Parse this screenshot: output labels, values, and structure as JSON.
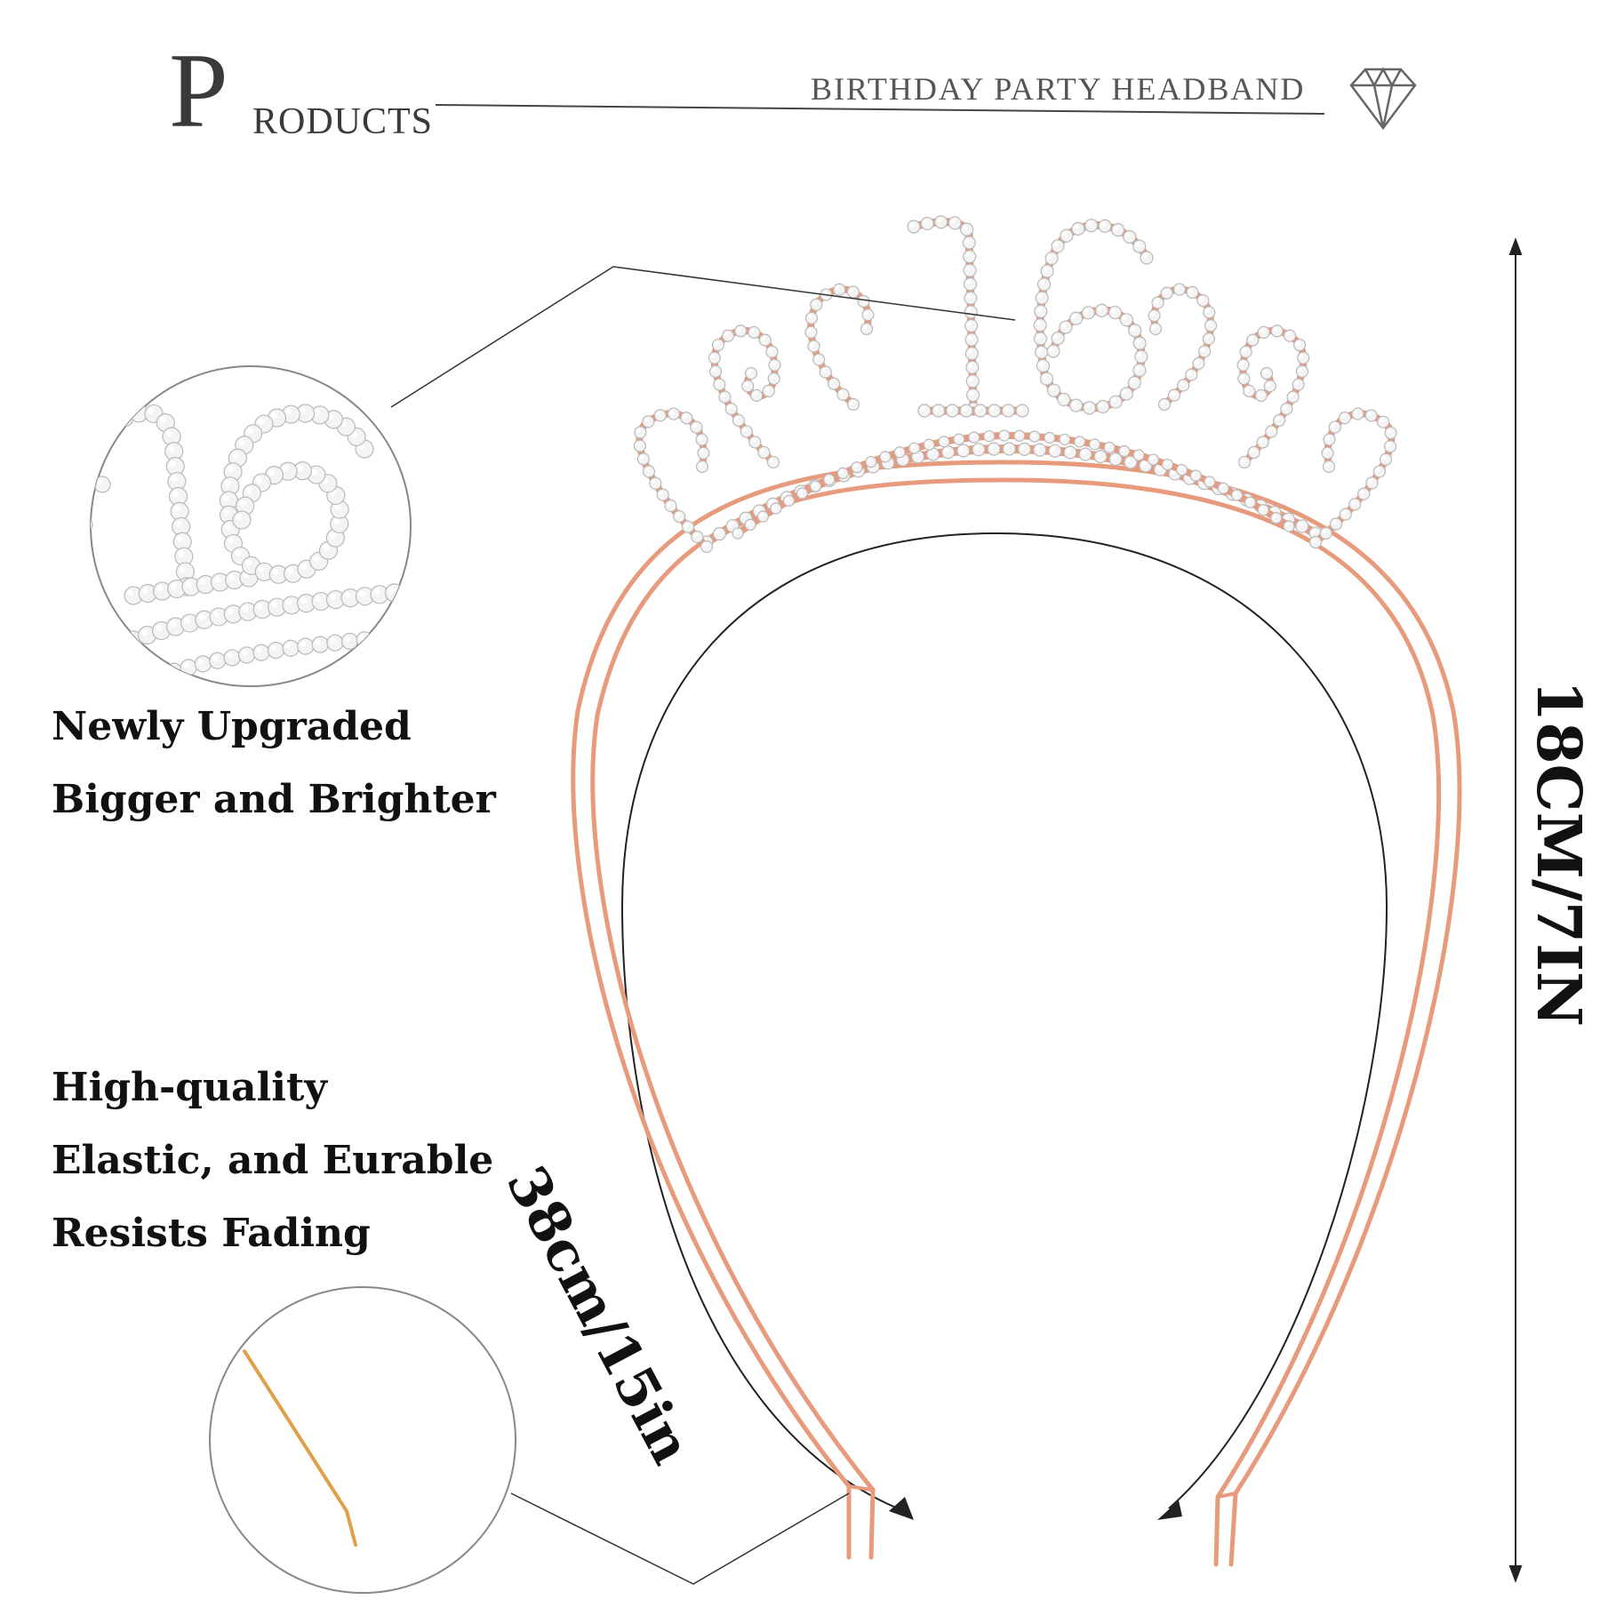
{
  "header": {
    "products_initial": "P",
    "products_rest": "RODUCTS",
    "subtitle": "BIRTHDAY PARTY HEADBAND"
  },
  "features": [
    {
      "line1": "Newly Upgraded",
      "line2": "Bigger and Brighter"
    },
    {
      "line1": "High-quality",
      "line2": "Elastic, and Eurable",
      "line3": "Resists Fading"
    }
  ],
  "dimensions": {
    "height": "18CM/7IN",
    "circumference": "38cm/15in"
  },
  "tiara": {
    "number": "16",
    "zoom_number": "16"
  },
  "colors": {
    "rose_gold": "#e79a7c",
    "rose_gold_dark": "#c9785a",
    "gem": "#f4f4f4",
    "gem_edge": "#b9b9b9",
    "line": "#222222"
  },
  "icons": {
    "header_icon": "diamond-icon"
  }
}
